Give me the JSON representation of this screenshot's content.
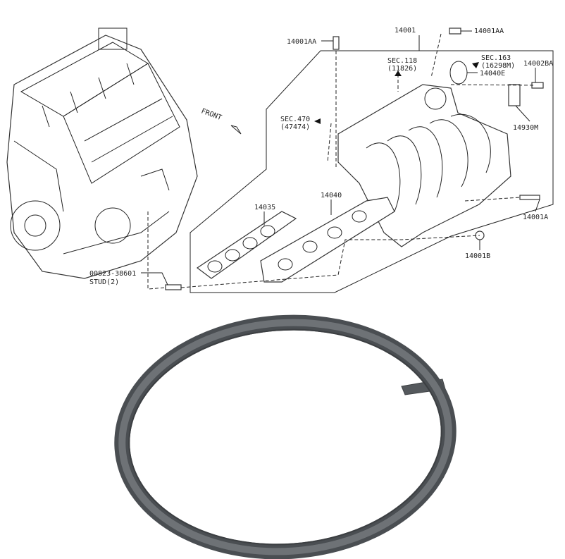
{
  "diagram": {
    "front_label": "FRONT",
    "labels": {
      "p14001": "14001",
      "p14001AA_left": "14001AA",
      "p14001AA_right": "14001AA",
      "sec118": "SEC.118",
      "sec118_ref": "(11826)",
      "sec163": "SEC.163",
      "sec163_ref": "(16298M)",
      "p14040E": "14040E",
      "p14002BA": "14002BA",
      "p14930M": "14930M",
      "sec470": "SEC.470",
      "sec470_ref": "(47474)",
      "p14035": "14035",
      "p14040": "14040",
      "p14001A": "14001A",
      "p14001B": "14001B",
      "stud_part": "00823-38601",
      "stud_desc": "STUD(2)"
    }
  },
  "photo": {
    "subject_color": "#5f6367"
  }
}
